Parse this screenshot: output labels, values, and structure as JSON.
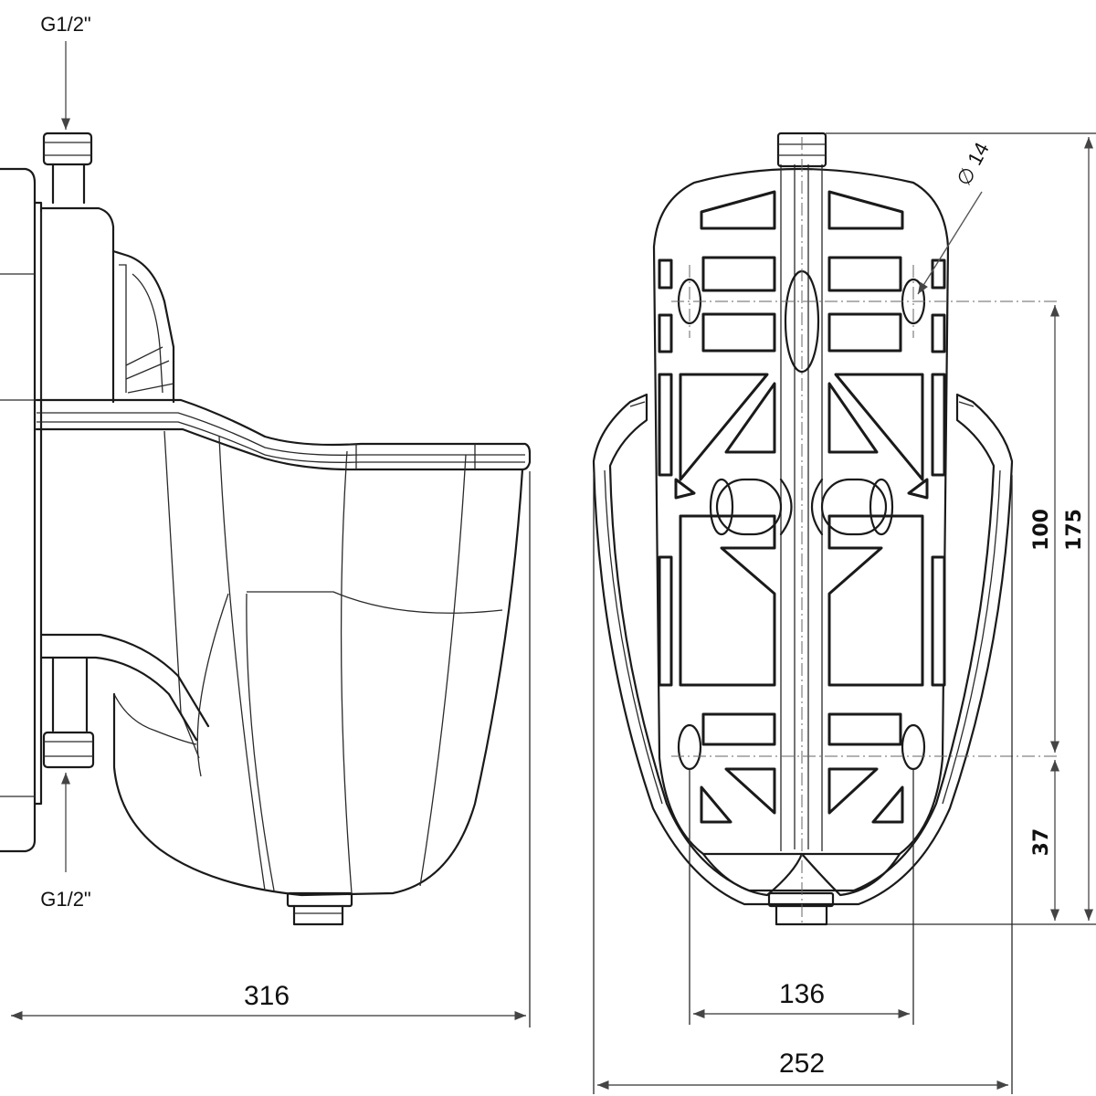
{
  "labels": {
    "thread_top": "G1/2\"",
    "thread_bottom": "G1/2\"",
    "side_width": "316",
    "front_inner_width": "136",
    "front_overall_width": "252",
    "hole_diameter": "∅ 14",
    "height_overall": "175",
    "hole_spacing": "100",
    "bottom_offset": "37"
  }
}
